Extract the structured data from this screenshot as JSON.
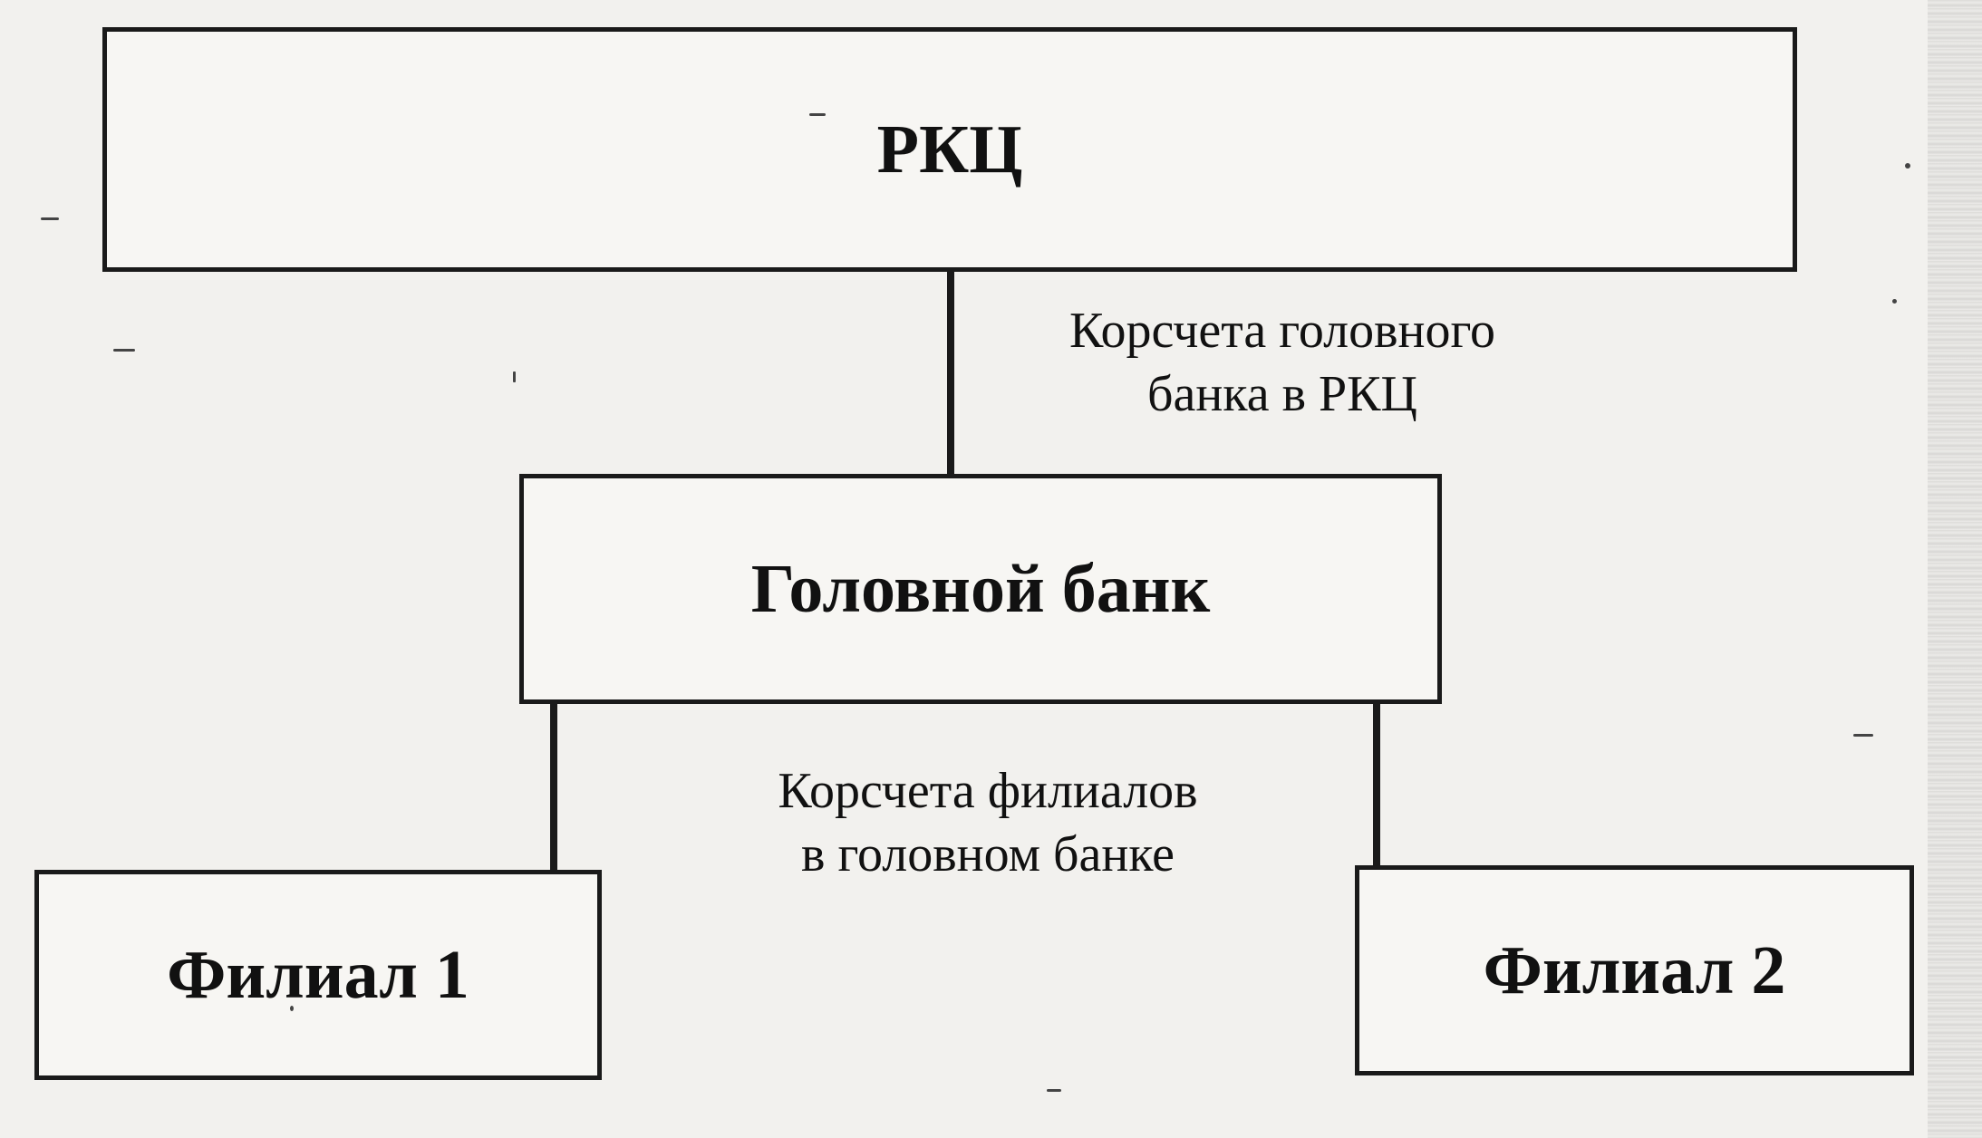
{
  "diagram": {
    "nodes": {
      "rkc": {
        "label": "РКЦ"
      },
      "head_bank": {
        "label": "Головной банк"
      },
      "branch1": {
        "label": "Филиал 1"
      },
      "branch2": {
        "label": "Филиал 2"
      }
    },
    "edges": {
      "rkc_to_head": {
        "label_line1": "Корсчета головного",
        "label_line2": "банка в РКЦ"
      },
      "head_to_branches": {
        "label_line1": "Корсчета филиалов",
        "label_line2": "в головном банке"
      }
    }
  }
}
